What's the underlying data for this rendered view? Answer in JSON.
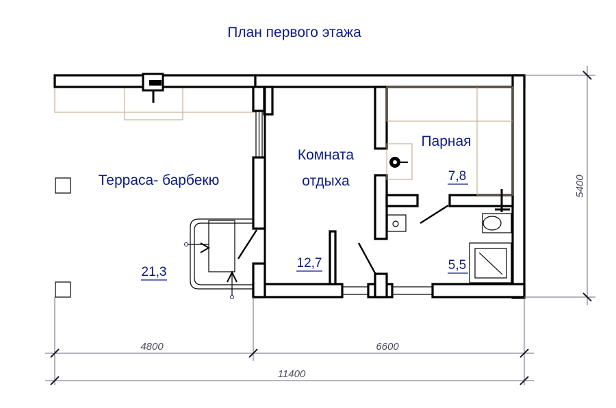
{
  "title": "План первого этажа",
  "rooms": {
    "terrace": {
      "name": "Терраса- барбекю",
      "area": "21,3"
    },
    "rest_room": {
      "name_line1": "Комната",
      "name_line2": "отдыха",
      "area": "12,7"
    },
    "steam_room": {
      "name": "Парная",
      "area": "7,8"
    },
    "bathroom": {
      "area": "5,5"
    }
  },
  "dimensions": {
    "left_segment": "4800",
    "right_segment": "6600",
    "total_width": "11400",
    "depth": "5400"
  },
  "colors": {
    "text": "#0c1a86",
    "walls": "#000000",
    "furniture": "#b9a47c",
    "dimension_lines": "#6a6a78"
  }
}
